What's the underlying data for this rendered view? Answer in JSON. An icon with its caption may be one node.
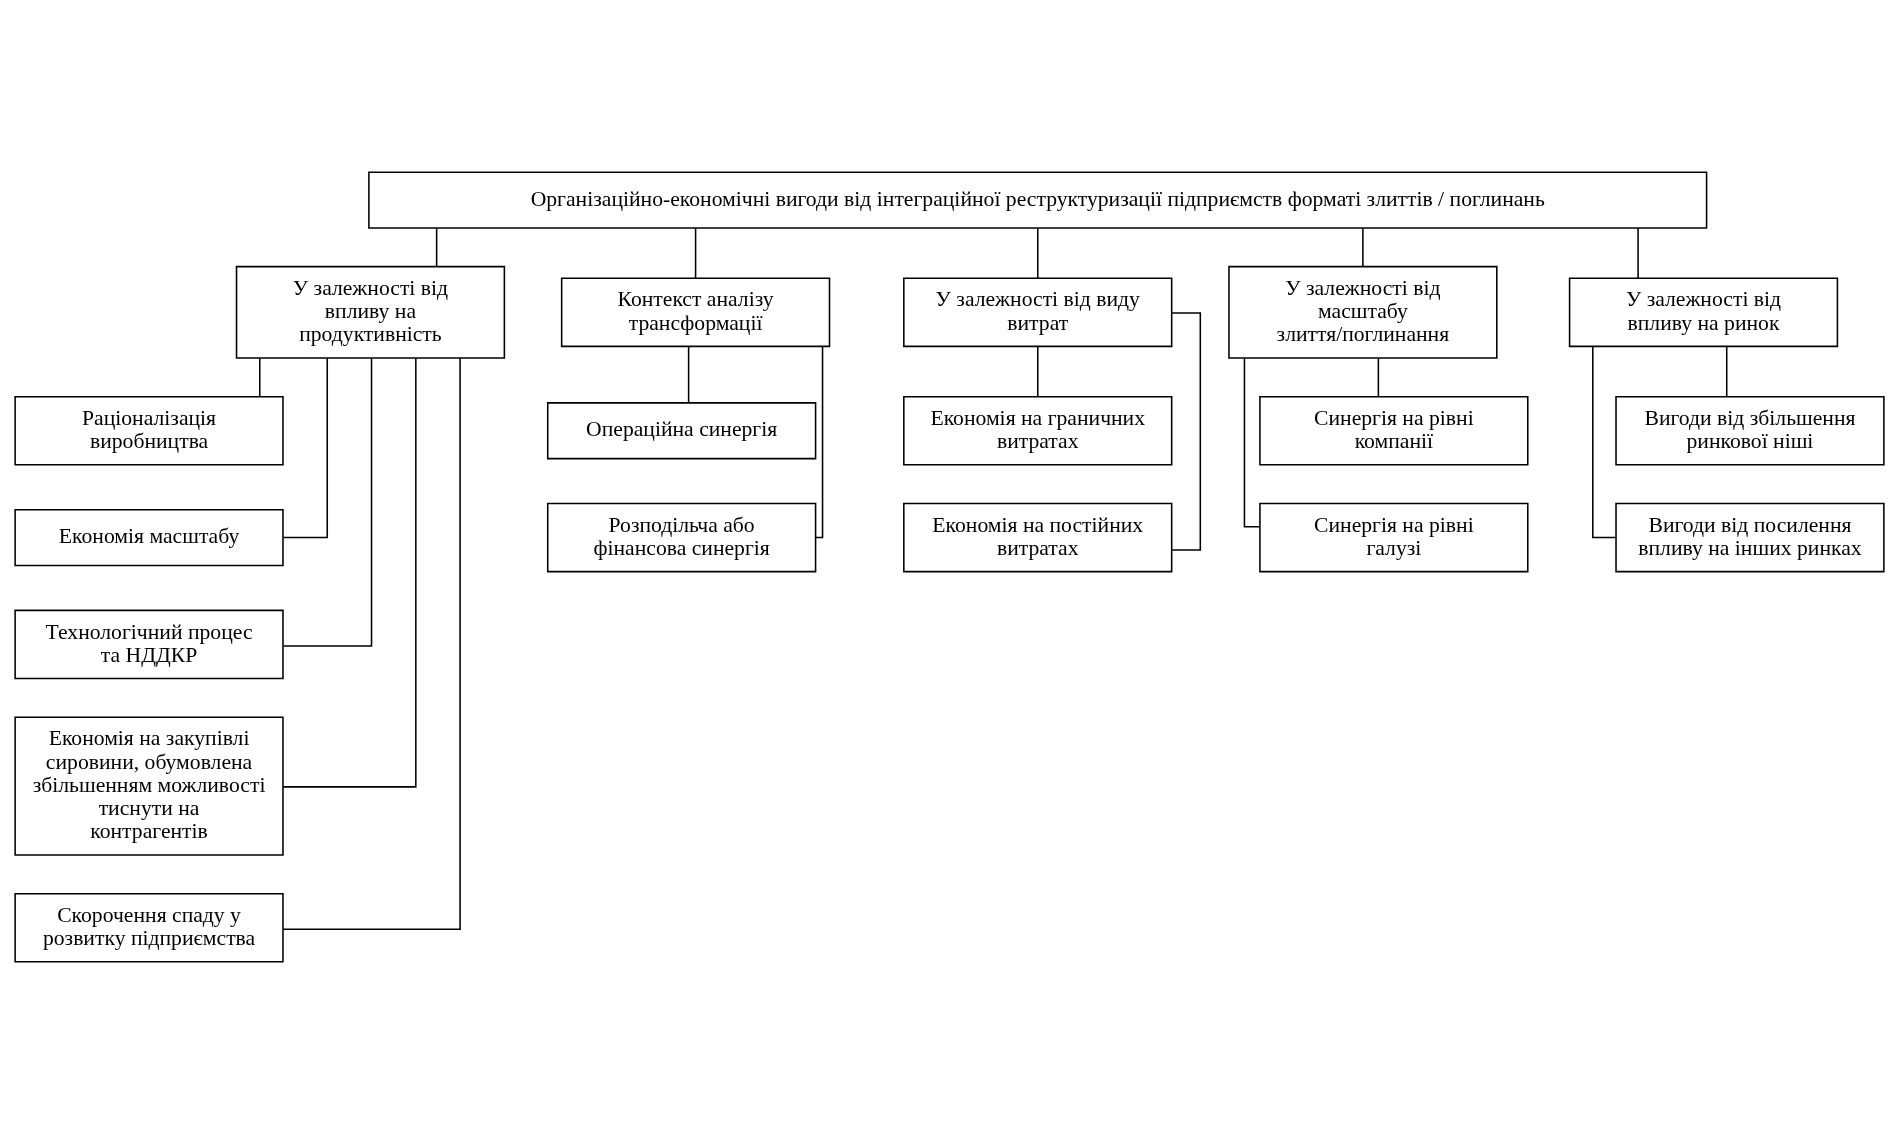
{
  "diagram": {
    "nodes": [
      {
        "text": [
          "Організаційно-економічні вигоди від інтеграційної реструктуризації підприємств форматі злиттів / поглинань"
        ]
      },
      {
        "text": [
          "У залежності від впливу на продуктивність"
        ]
      },
      {
        "text": [
          "Раціоналізація виробництва"
        ]
      },
      {
        "text": [
          "Економія масштабу"
        ]
      },
      {
        "text": [
          "Технологічний процес та НДДКР"
        ]
      },
      {
        "text": [
          "Економія на закупівлі сировини, обумовлена збільшенням можливості тиснути на контрагентів"
        ]
      },
      {
        "text": [
          "Скорочення спаду у розвитку підприємства"
        ]
      },
      {
        "text": [
          "Контекст аналізу трансформації"
        ]
      },
      {
        "text": [
          "Операційна синергія"
        ]
      },
      {
        "text": [
          "Розподільча або фінансова синергія"
        ]
      },
      {
        "text": [
          "У залежності від виду витрат"
        ]
      },
      {
        "text": [
          "Економія на граничних витратах"
        ]
      },
      {
        "text": [
          "Економія на постійних витратах"
        ]
      },
      {
        "text": [
          "У залежності від масштабу злиття/поглинання"
        ]
      },
      {
        "text": [
          "Синергія на рівні компанії"
        ]
      },
      {
        "text": [
          "Синергія на рівні галузі"
        ]
      },
      {
        "text": [
          "У залежності від впливу на ринок"
        ]
      },
      {
        "text": [
          "Вигоди від збільшення ринкової ніші"
        ]
      },
      {
        "text": [
          "Вигоди від посилення впливу на інших ринках"
        ]
      }
    ],
    "edges": [
      {
        "from": 0,
        "to": 1,
        "arrow": "none"
      },
      {
        "from": 0,
        "to": 7,
        "arrow": "none"
      },
      {
        "from": 0,
        "to": 10,
        "arrow": "none"
      },
      {
        "from": 0,
        "to": 13,
        "arrow": "none"
      },
      {
        "from": 0,
        "to": 16,
        "arrow": "none"
      },
      {
        "from": 1,
        "to": 2,
        "arrow": "none"
      },
      {
        "from": 1,
        "to": 3,
        "arrow": "none"
      },
      {
        "from": 1,
        "to": 4,
        "arrow": "none"
      },
      {
        "from": 1,
        "to": 5,
        "arrow": "none"
      },
      {
        "from": 1,
        "to": 6,
        "arrow": "none"
      },
      {
        "from": 7,
        "to": 8,
        "arrow": "none"
      },
      {
        "from": 7,
        "to": 9,
        "arrow": "none"
      },
      {
        "from": 10,
        "to": 11,
        "arrow": "none"
      },
      {
        "from": 10,
        "to": 12,
        "arrow": "none"
      },
      {
        "from": 13,
        "to": 14,
        "arrow": "none"
      },
      {
        "from": 13,
        "to": 15,
        "arrow": "none"
      },
      {
        "from": 16,
        "to": 17,
        "arrow": "none"
      },
      {
        "from": 16,
        "to": 18,
        "arrow": "none"
      }
    ]
  }
}
